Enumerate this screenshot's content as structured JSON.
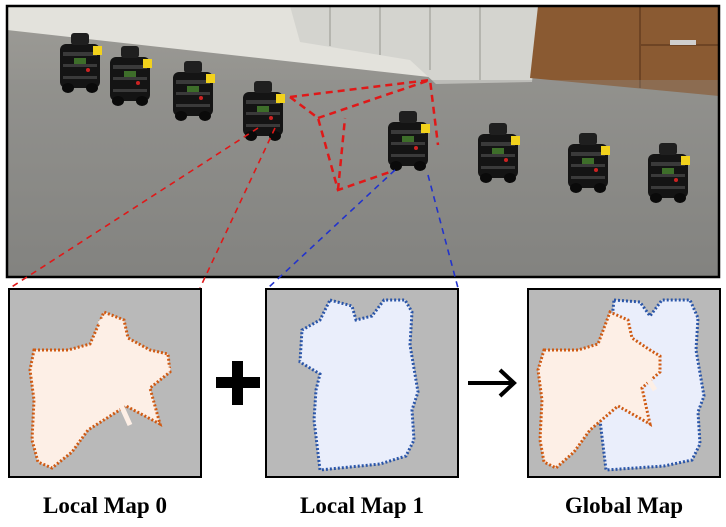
{
  "maps": {
    "local0": {
      "label": "Local Map 0",
      "color": "#cf5a13",
      "fill": "#fdefe6"
    },
    "local1": {
      "label": "Local Map 1",
      "color": "#2a55a8",
      "fill": "#eaeefb"
    },
    "global": {
      "label": "Global Map"
    }
  },
  "operators": {
    "plus": "+",
    "arrow": "→"
  },
  "colors": {
    "background_map": "#b9b9b9",
    "link_robot0": "#e01818",
    "link_robot1": "#2233cc",
    "floor": "#8a8a88",
    "wall": "#d9d9d4",
    "cabinet": "#8a5a32",
    "robot_body": "#141414",
    "robot_accent": "#f2d21c"
  },
  "icons": [
    "robot-icon",
    "plus-icon",
    "arrow-right-icon"
  ]
}
